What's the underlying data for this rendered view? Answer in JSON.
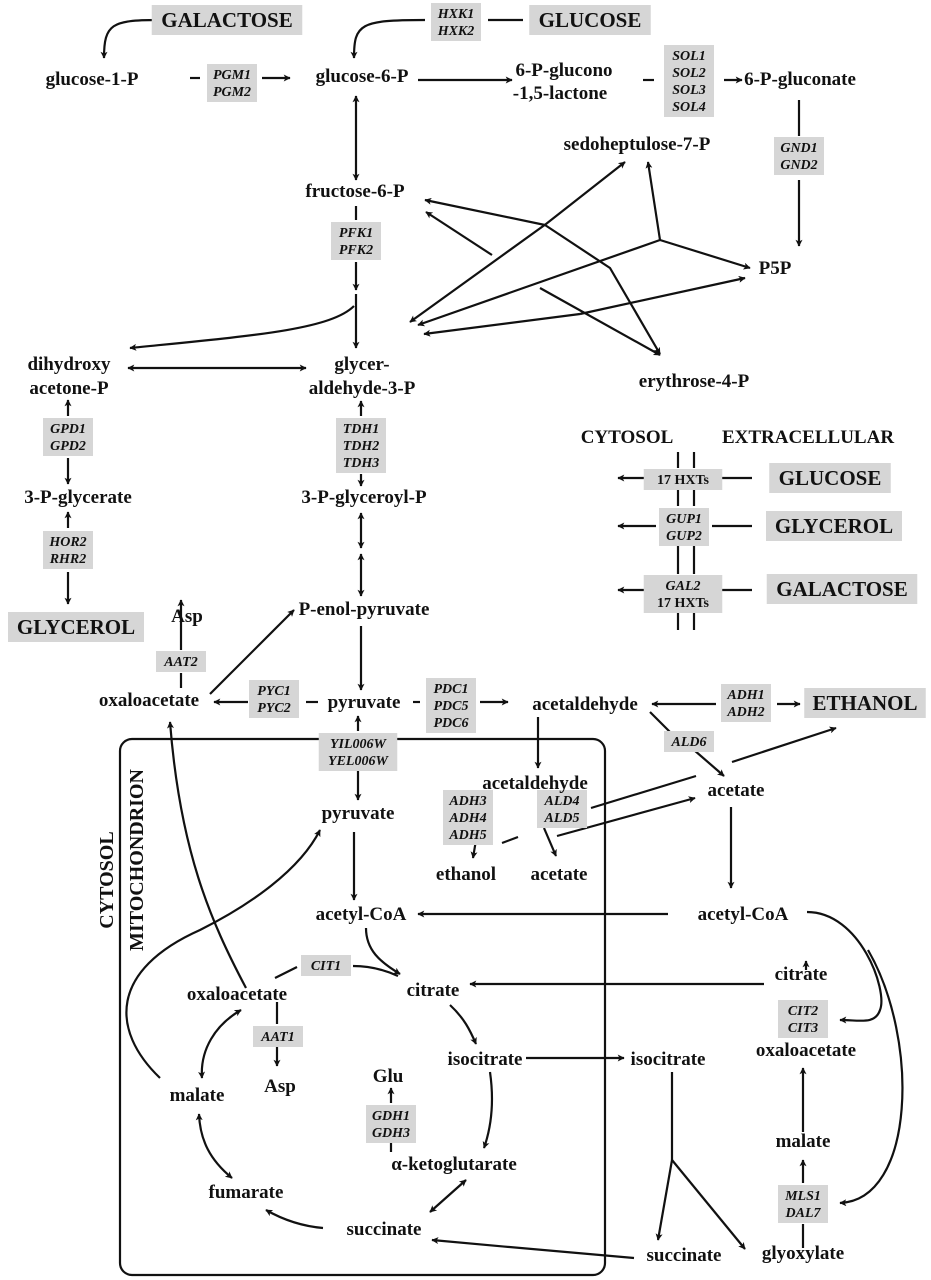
{
  "title": "Yeast central carbon metabolism pathway map",
  "colors": {
    "gene_box": "#d6d6d6",
    "ink": "#111111",
    "background": "#ffffff"
  },
  "substrates": {
    "galactose_top": "GALACTOSE",
    "glucose_top": "GLUCOSE",
    "glycerol_left": "GLYCEROL",
    "ethanol": "ETHANOL",
    "glucose_ext": "GLUCOSE",
    "glycerol_ext": "GLYCEROL",
    "galactose_ext": "GALACTOSE"
  },
  "metabolites": {
    "glucose_1_p": "glucose-1-P",
    "glucose_6_p": "glucose-6-P",
    "gluconolactone_1": "6-P-glucono",
    "gluconolactone_2": "-1,5-lactone",
    "gluconate": "6-P-gluconate",
    "sedoheptulose": "sedoheptulose-7-P",
    "fructose_6_p": "fructose-6-P",
    "p5p": "P5P",
    "dhap_1": "dihydroxy",
    "dhap_2": "acetone-P",
    "gap_1": "glycer-",
    "gap_2": "aldehyde-3-P",
    "erythrose": "erythrose-4-P",
    "glycerate_3p": "3-P-glycerate",
    "glyceroyl_3p": "3-P-glyceroyl-P",
    "pep": "P-enol-pyruvate",
    "asp_cyt": "Asp",
    "oaa_cyt": "oxaloacetate",
    "pyruvate_cyt": "pyruvate",
    "acetaldehyde_cyt": "acetaldehyde",
    "acetaldehyde_mit": "acetaldehyde",
    "acetate_cyt": "acetate",
    "pyruvate_mit": "pyruvate",
    "ethanol_mit": "ethanol",
    "acetate_mit": "acetate",
    "acetyl_coa_mit": "acetyl-CoA",
    "acetyl_coa_cyt": "acetyl-CoA",
    "oaa_mit": "oxaloacetate",
    "citrate_mit": "citrate",
    "citrate_cyt": "citrate",
    "isocitrate_mit": "isocitrate",
    "isocitrate_cyt": "isocitrate",
    "oaa_glyox": "oxaloacetate",
    "asp_mit": "Asp",
    "glu": "Glu",
    "malate_mit": "malate",
    "malate_cyt": "malate",
    "akg": "α-ketoglutarate",
    "fumarate": "fumarate",
    "succinate_mit": "succinate",
    "succinate_cyt": "succinate",
    "glyoxylate": "glyoxylate"
  },
  "genes": {
    "hxk": [
      "HXK1",
      "HXK2"
    ],
    "pgm": [
      "PGM1",
      "PGM2"
    ],
    "sol": [
      "SOL1",
      "SOL2",
      "SOL3",
      "SOL4"
    ],
    "gnd": [
      "GND1",
      "GND2"
    ],
    "pfk": [
      "PFK1",
      "PFK2"
    ],
    "gpd": [
      "GPD1",
      "GPD2"
    ],
    "tdh": [
      "TDH1",
      "TDH2",
      "TDH3"
    ],
    "hor": [
      "HOR2",
      "RHR2"
    ],
    "aat2": [
      "AAT2"
    ],
    "pyc": [
      "PYC1",
      "PYC2"
    ],
    "pdc": [
      "PDC1",
      "PDC5",
      "PDC6"
    ],
    "adh12": [
      "ADH1",
      "ADH2"
    ],
    "ald6": [
      "ALD6"
    ],
    "mpc": [
      "YIL006W",
      "YEL006W"
    ],
    "adh345": [
      "ADH3",
      "ADH4",
      "ADH5"
    ],
    "ald45": [
      "ALD4",
      "ALD5"
    ],
    "cit1": [
      "CIT1"
    ],
    "aat1": [
      "AAT1"
    ],
    "gdh": [
      "GDH1",
      "GDH3"
    ],
    "cit23": [
      "CIT2",
      "CIT3"
    ],
    "mls": [
      "MLS1",
      "DAL7"
    ]
  },
  "transport": {
    "cytosol_label": "CYTOSOL",
    "extracellular_label": "EXTRACELLULAR",
    "glucose_transporters": [
      "17 HXTs"
    ],
    "glycerol_transporters": [
      "GUP1",
      "GUP2"
    ],
    "galactose_transporters": [
      "GAL2",
      "17 HXTs"
    ]
  },
  "compartments": {
    "cytosol_vertical": "CYTOSOL",
    "mitochondrion_vertical": "MITOCHONDRION"
  }
}
